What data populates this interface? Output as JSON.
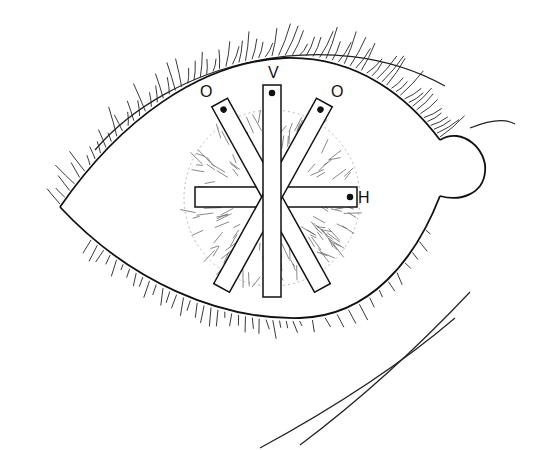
{
  "diagram": {
    "labels": [
      "O",
      "V",
      "O",
      "H"
    ]
  }
}
